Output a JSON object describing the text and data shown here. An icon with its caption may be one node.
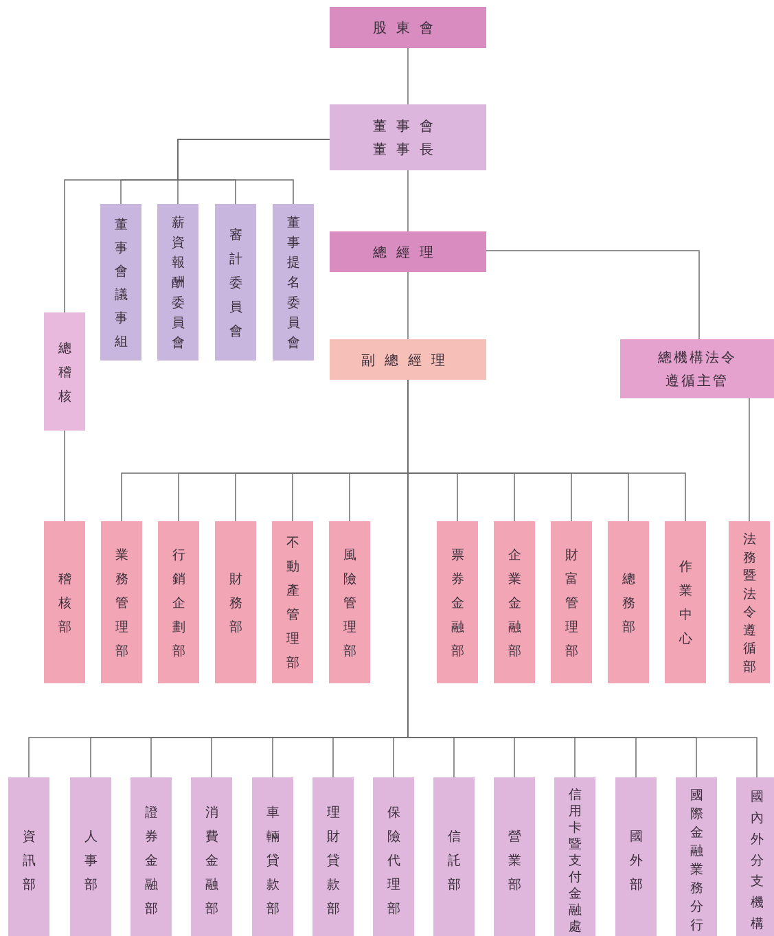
{
  "diagram": {
    "nodes": [
      {
        "text": [
          "股東會"
        ]
      },
      {
        "text": [
          "董事會",
          "董事長"
        ]
      },
      {
        "text": [
          "總經理"
        ]
      },
      {
        "text": [
          "副總經理"
        ]
      },
      {
        "text": [
          "總機構法令遵循主管"
        ]
      },
      {
        "text": [
          "總稽核"
        ]
      },
      {
        "text": [
          "董事會議事組"
        ]
      },
      {
        "text": [
          "薪資報酬委員會"
        ]
      },
      {
        "text": [
          "審計委員會"
        ]
      },
      {
        "text": [
          "董事提名委員會"
        ]
      },
      {
        "text": [
          "稽核部"
        ]
      },
      {
        "text": [
          "業務管理部"
        ]
      },
      {
        "text": [
          "行銷企劃部"
        ]
      },
      {
        "text": [
          "財務部"
        ]
      },
      {
        "text": [
          "不動產管理部"
        ]
      },
      {
        "text": [
          "風險管理部"
        ]
      },
      {
        "text": [
          "票券金融部"
        ]
      },
      {
        "text": [
          "企業金融部"
        ]
      },
      {
        "text": [
          "財富管理部"
        ]
      },
      {
        "text": [
          "總務部"
        ]
      },
      {
        "text": [
          "作業中心"
        ]
      },
      {
        "text": [
          "法務暨法令遵循部"
        ]
      },
      {
        "text": [
          "資訊部"
        ]
      },
      {
        "text": [
          "人事部"
        ]
      },
      {
        "text": [
          "證券金融部"
        ]
      },
      {
        "text": [
          "消費金融部"
        ]
      },
      {
        "text": [
          "車輛貸款部"
        ]
      },
      {
        "text": [
          "理財貸款部"
        ]
      },
      {
        "text": [
          "保險代理部"
        ]
      },
      {
        "text": [
          "信託部"
        ]
      },
      {
        "text": [
          "營業部"
        ]
      },
      {
        "text": [
          "信用卡暨支付金融處"
        ]
      },
      {
        "text": [
          "國外部"
        ]
      },
      {
        "text": [
          "國際金融業務分行"
        ]
      },
      {
        "text": [
          "國內外分支機構"
        ]
      }
    ],
    "edges": [
      {
        "from": 0,
        "to": 1,
        "arrow": "none"
      },
      {
        "from": 1,
        "to": 2,
        "arrow": "none"
      },
      {
        "from": 1,
        "to": 5,
        "arrow": "none"
      },
      {
        "from": 1,
        "to": 6,
        "arrow": "none"
      },
      {
        "from": 1,
        "to": 7,
        "arrow": "none"
      },
      {
        "from": 1,
        "to": 8,
        "arrow": "none"
      },
      {
        "from": 1,
        "to": 9,
        "arrow": "none"
      },
      {
        "from": 2,
        "to": 3,
        "arrow": "none"
      },
      {
        "from": 2,
        "to": 4,
        "arrow": "none"
      },
      {
        "from": 5,
        "to": 10,
        "arrow": "none"
      },
      {
        "from": 3,
        "to": 11,
        "arrow": "none"
      },
      {
        "from": 3,
        "to": 12,
        "arrow": "none"
      },
      {
        "from": 3,
        "to": 13,
        "arrow": "none"
      },
      {
        "from": 3,
        "to": 14,
        "arrow": "none"
      },
      {
        "from": 3,
        "to": 15,
        "arrow": "none"
      },
      {
        "from": 3,
        "to": 16,
        "arrow": "none"
      },
      {
        "from": 3,
        "to": 17,
        "arrow": "none"
      },
      {
        "from": 3,
        "to": 18,
        "arrow": "none"
      },
      {
        "from": 3,
        "to": 19,
        "arrow": "none"
      },
      {
        "from": 3,
        "to": 20,
        "arrow": "none"
      },
      {
        "from": 4,
        "to": 21,
        "arrow": "none"
      },
      {
        "from": 3,
        "to": 22,
        "arrow": "none"
      },
      {
        "from": 3,
        "to": 23,
        "arrow": "none"
      },
      {
        "from": 3,
        "to": 24,
        "arrow": "none"
      },
      {
        "from": 3,
        "to": 25,
        "arrow": "none"
      },
      {
        "from": 3,
        "to": 26,
        "arrow": "none"
      },
      {
        "from": 3,
        "to": 27,
        "arrow": "none"
      },
      {
        "from": 3,
        "to": 28,
        "arrow": "none"
      },
      {
        "from": 3,
        "to": 29,
        "arrow": "none"
      },
      {
        "from": 3,
        "to": 30,
        "arrow": "none"
      },
      {
        "from": 3,
        "to": 31,
        "arrow": "none"
      },
      {
        "from": 3,
        "to": 32,
        "arrow": "none"
      },
      {
        "from": 3,
        "to": 33,
        "arrow": "none"
      },
      {
        "from": 3,
        "to": 34,
        "arrow": "none"
      }
    ]
  }
}
